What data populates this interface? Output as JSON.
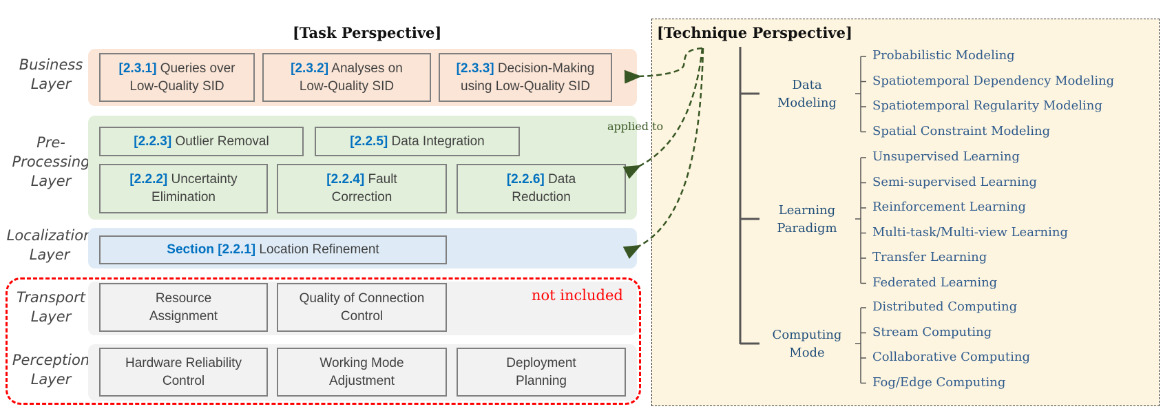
{
  "task_perspective": {
    "title": "[Task Perspective]",
    "layers": [
      {
        "label_line1": "Business",
        "label_line2": "Layer",
        "boxes": [
          {
            "ref": "[2.3.1]",
            "text1": " Queries over",
            "text2": "Low-Quality SID"
          },
          {
            "ref": "[2.3.2]",
            "text1": " Analyses on",
            "text2": "Low-Quality SID"
          },
          {
            "ref": "[2.3.3]",
            "text1": " Decision-Making",
            "text2": "using Low-Quality SID"
          }
        ]
      },
      {
        "label_line1": "Pre-",
        "label_line2": "Processing",
        "label_line3": "Layer",
        "boxes": [
          {
            "ref": "[2.2.3]",
            "text1": " Outlier Removal"
          },
          {
            "ref": "[2.2.5]",
            "text1": " Data Integration"
          },
          {
            "ref": "[2.2.2]",
            "text1": " Uncertainty",
            "text2": "Elimination"
          },
          {
            "ref": "[2.2.4]",
            "text1": " Fault",
            "text2": "Correction"
          },
          {
            "ref": "[2.2.6]",
            "text1": " Data",
            "text2": "Reduction"
          }
        ]
      },
      {
        "label_line1": "Localization",
        "label_line2": "Layer",
        "boxes": [
          {
            "ref": "Section [2.2.1]",
            "text1": " Location Refinement"
          }
        ]
      },
      {
        "label_line1": "Transport",
        "label_line2": "Layer",
        "boxes": [
          {
            "text1": "Resource",
            "text2": "Assignment"
          },
          {
            "text1": "Quality of Connection",
            "text2": "Control"
          }
        ]
      },
      {
        "label_line1": "Perception",
        "label_line2": "Layer",
        "boxes": [
          {
            "text1": "Hardware Reliability",
            "text2": "Control"
          },
          {
            "text1": "Working Mode",
            "text2": "Adjustment"
          },
          {
            "text1": "Deployment",
            "text2": "Planning"
          }
        ]
      }
    ],
    "not_included_label": "not included",
    "applied_to_label": "applied to"
  },
  "technique_perspective": {
    "title": "[Technique Perspective]",
    "categories": [
      {
        "line1": "Data",
        "line2": "Modeling",
        "items": [
          "Probabilistic Modeling",
          "Spatiotemporal Dependency Modeling",
          "Spatiotemporal Regularity Modeling",
          "Spatial Constraint Modeling"
        ]
      },
      {
        "line1": "Learning",
        "line2": "Paradigm",
        "items": [
          "Unsupervised Learning",
          "Semi-supervised Learning",
          "Reinforcement Learning",
          "Multi-task/Multi-view Learning",
          "Transfer Learning",
          "Federated Learning"
        ]
      },
      {
        "line1": "Computing",
        "line2": "Mode",
        "items": [
          "Distributed Computing",
          "Stream Computing",
          "Collaborative Computing",
          "Fog/Edge Computing"
        ]
      }
    ]
  },
  "colors": {
    "ref_blue": "#0070c0",
    "business_band": "#fbe5d6",
    "preprocessing_band": "#e2efda",
    "localization_band": "#deebf7",
    "excluded_band": "#f2f2f2",
    "not_included_red": "#ff0000",
    "arrow_green": "#375623",
    "technique_bg": "#fef5e0",
    "technique_text": "#1f4e79"
  }
}
